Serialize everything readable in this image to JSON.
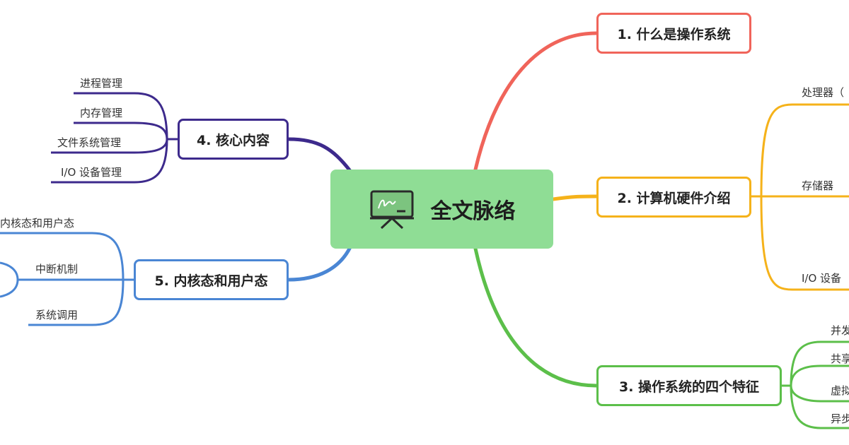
{
  "central": {
    "title": "全文脉络",
    "icon": "presentation-board-icon"
  },
  "colors": {
    "central_bg": "#8fdd95",
    "branch1": "#f0645a",
    "branch2": "#f5b21a",
    "branch3": "#5cbf4a",
    "branch4": "#3d2a8c",
    "branch5": "#4a86d4"
  },
  "branches": {
    "b1": {
      "label": "1. 什么是操作系统"
    },
    "b2": {
      "label": "2. 计算机硬件介绍",
      "children": [
        "处理器（",
        "存储器",
        "I/O 设备"
      ]
    },
    "b3": {
      "label": "3. 操作系统的四个特征",
      "children": [
        "并发",
        "共享",
        "虚拟",
        "异步"
      ]
    },
    "b4": {
      "label": "4. 核心内容",
      "children": [
        "进程管理",
        "内存管理",
        "文件系统管理",
        "I/O 设备管理"
      ]
    },
    "b5": {
      "label": "5. 内核态和用户态",
      "children": [
        "内核态和用户态",
        "中断机制",
        "系统调用"
      ]
    }
  }
}
